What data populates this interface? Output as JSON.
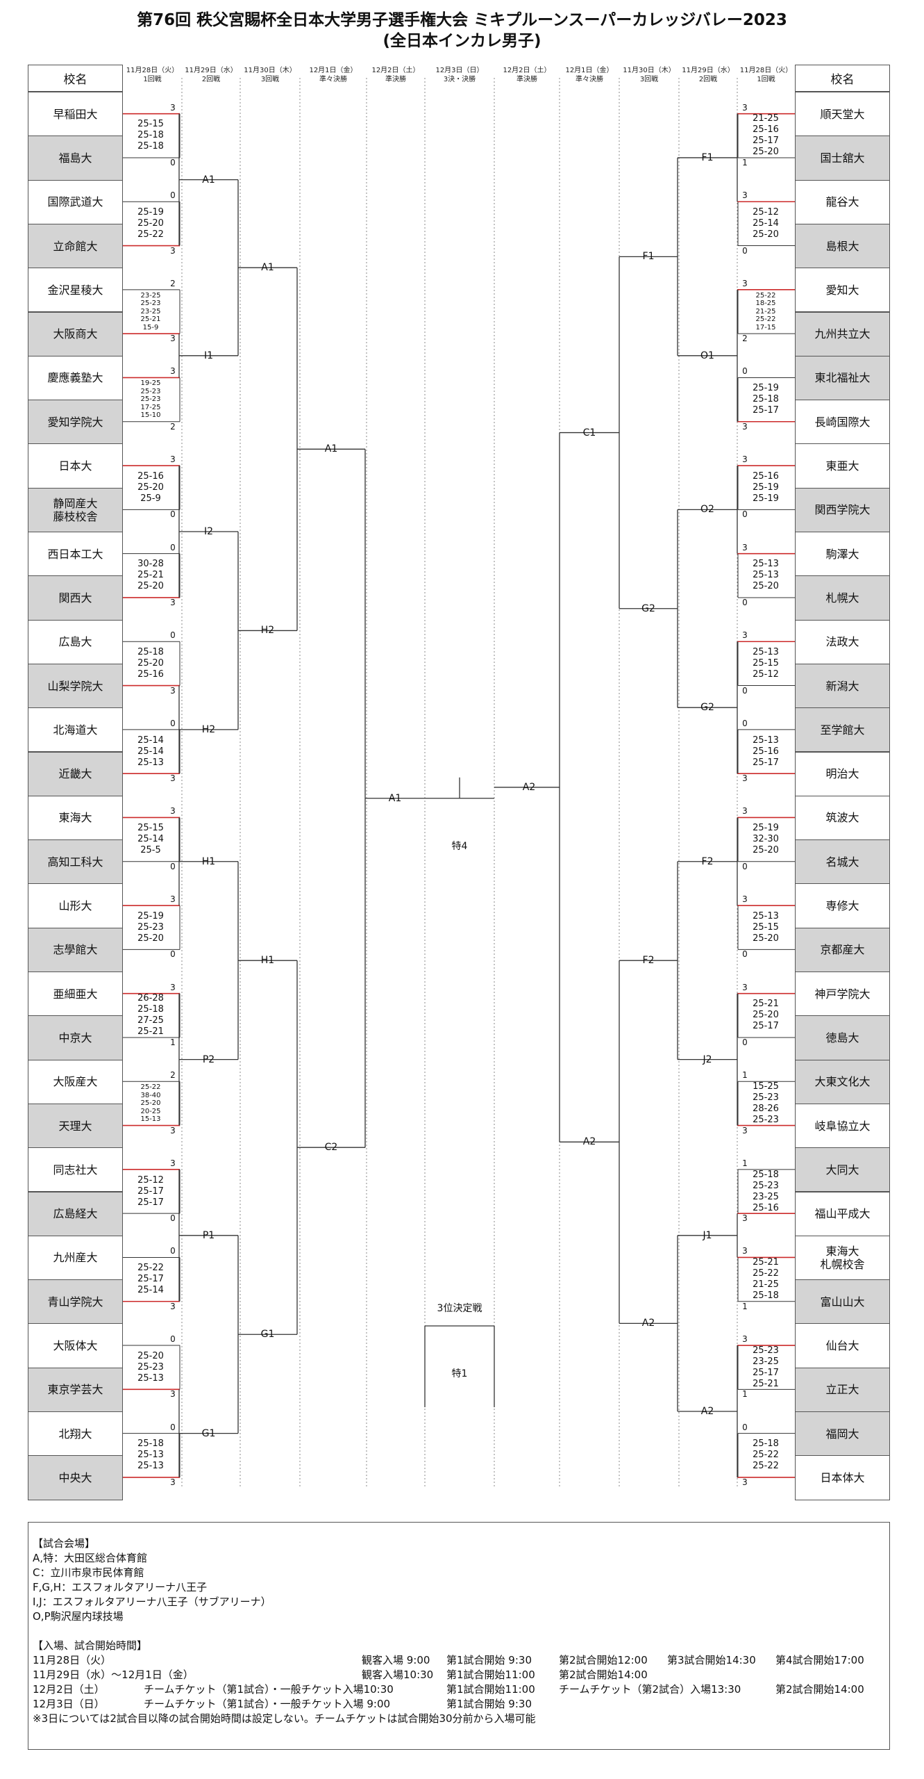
{
  "title": {
    "line1": "第76回 秩父宮賜杯全日本大学男子選手権大会 ミキプルーンスーパーカレッジバレー2023",
    "line2": "(全日本インカレ男子)"
  },
  "column_label": "校名",
  "rounds_left": [
    {
      "date": "11月28日（火）",
      "name": "1回戦"
    },
    {
      "date": "11月29日（水）",
      "name": "2回戦"
    },
    {
      "date": "11月30日（木）",
      "name": "3回戦"
    },
    {
      "date": "12月1日（金）",
      "name": "準々決勝"
    },
    {
      "date": "12月2日（土）",
      "name": "準決勝"
    }
  ],
  "round_center": {
    "date": "12月3日（日）",
    "name": "3決・決勝"
  },
  "rounds_right": [
    {
      "date": "12月2日（土）",
      "name": "準決勝"
    },
    {
      "date": "12月1日（金）",
      "name": "準々決勝"
    },
    {
      "date": "11月30日（木）",
      "name": "3回戦"
    },
    {
      "date": "11月29日（水）",
      "name": "2回戦"
    },
    {
      "date": "11月28日（火）",
      "name": "1回戦"
    }
  ],
  "left_teams": [
    "早稲田大",
    "福島大",
    "国際武道大",
    "立命館大",
    "金沢星稜大",
    "大阪商大",
    "慶應義塾大",
    "愛知学院大",
    "日本大",
    "静岡産大\n藤枝校舎",
    "西日本工大",
    "関西大",
    "広島大",
    "山梨学院大",
    "北海道大",
    "近畿大",
    "東海大",
    "高知工科大",
    "山形大",
    "志學館大",
    "亜細亜大",
    "中京大",
    "大阪産大",
    "天理大",
    "同志社大",
    "広島経大",
    "九州産大",
    "青山学院大",
    "大阪体大",
    "東京学芸大",
    "北翔大",
    "中央大"
  ],
  "right_teams": [
    "順天堂大",
    "国士舘大",
    "龍谷大",
    "島根大",
    "愛知大",
    "九州共立大",
    "東北福祉大",
    "長崎国際大",
    "東亜大",
    "関西学院大",
    "駒澤大",
    "札幌大",
    "法政大",
    "新潟大",
    "至学館大",
    "明治大",
    "筑波大",
    "名城大",
    "専修大",
    "京都産大",
    "神戸学院大",
    "徳島大",
    "大東文化大",
    "岐阜協立大",
    "大同大",
    "福山平成大",
    "東海大\n札幌校舎",
    "富山山大",
    "仙台大",
    "立正大",
    "福岡大",
    "日本体大"
  ],
  "left_r1": [
    {
      "scores": [
        "25-15",
        "25-18",
        "25-18"
      ],
      "top": "3",
      "bot": "0",
      "win": "top"
    },
    {
      "scores": [
        "25-19",
        "25-20",
        "25-22"
      ],
      "top": "0",
      "bot": "3",
      "win": "bot"
    },
    {
      "scores": [
        "23-25",
        "25-23",
        "23-25",
        "25-21",
        "15-9"
      ],
      "top": "2",
      "bot": "3",
      "win": "bot"
    },
    {
      "scores": [
        "19-25",
        "25-23",
        "25-23",
        "17-25",
        "15-10"
      ],
      "top": "3",
      "bot": "2",
      "win": "top"
    },
    {
      "scores": [
        "25-16",
        "25-20",
        "25-9"
      ],
      "top": "3",
      "bot": "0",
      "win": "top"
    },
    {
      "scores": [
        "30-28",
        "25-21",
        "25-20"
      ],
      "top": "0",
      "bot": "3",
      "win": "bot"
    },
    {
      "scores": [
        "25-18",
        "25-20",
        "25-16"
      ],
      "top": "0",
      "bot": "3",
      "win": "bot"
    },
    {
      "scores": [
        "25-14",
        "25-14",
        "25-13"
      ],
      "top": "0",
      "bot": "3",
      "win": "bot"
    },
    {
      "scores": [
        "25-15",
        "25-14",
        "25-5"
      ],
      "top": "3",
      "bot": "0",
      "win": "top"
    },
    {
      "scores": [
        "25-19",
        "25-23",
        "25-20"
      ],
      "top": "3",
      "bot": "0",
      "win": "top"
    },
    {
      "scores": [
        "26-28",
        "25-18",
        "27-25",
        "25-21"
      ],
      "top": "3",
      "bot": "1",
      "win": "top"
    },
    {
      "scores": [
        "25-22",
        "38-40",
        "25-20",
        "20-25",
        "15-13"
      ],
      "top": "2",
      "bot": "3",
      "win": "bot"
    },
    {
      "scores": [
        "25-12",
        "25-17",
        "25-17"
      ],
      "top": "3",
      "bot": "0",
      "win": "top"
    },
    {
      "scores": [
        "25-22",
        "25-17",
        "25-14"
      ],
      "top": "0",
      "bot": "3",
      "win": "bot"
    },
    {
      "scores": [
        "25-20",
        "25-23",
        "25-13"
      ],
      "top": "0",
      "bot": "3",
      "win": "bot"
    },
    {
      "scores": [
        "25-18",
        "25-13",
        "25-13"
      ],
      "top": "0",
      "bot": "3",
      "win": "bot"
    }
  ],
  "right_r1": [
    {
      "scores": [
        "21-25",
        "25-16",
        "25-17",
        "25-20"
      ],
      "top": "3",
      "bot": "1",
      "win": "top"
    },
    {
      "scores": [
        "25-12",
        "25-14",
        "25-20"
      ],
      "top": "3",
      "bot": "0",
      "win": "top"
    },
    {
      "scores": [
        "25-22",
        "18-25",
        "21-25",
        "25-22",
        "17-15"
      ],
      "top": "3",
      "bot": "2",
      "win": "top"
    },
    {
      "scores": [
        "25-19",
        "25-18",
        "25-17"
      ],
      "top": "0",
      "bot": "3",
      "win": "bot"
    },
    {
      "scores": [
        "25-16",
        "25-19",
        "25-19"
      ],
      "top": "3",
      "bot": "0",
      "win": "top"
    },
    {
      "scores": [
        "25-13",
        "25-13",
        "25-20"
      ],
      "top": "3",
      "bot": "0",
      "win": "top"
    },
    {
      "scores": [
        "25-13",
        "25-15",
        "25-12"
      ],
      "top": "3",
      "bot": "0",
      "win": "top"
    },
    {
      "scores": [
        "25-13",
        "25-16",
        "25-17"
      ],
      "top": "0",
      "bot": "3",
      "win": "bot"
    },
    {
      "scores": [
        "25-19",
        "32-30",
        "25-20"
      ],
      "top": "3",
      "bot": "0",
      "win": "top"
    },
    {
      "scores": [
        "25-13",
        "25-15",
        "25-20"
      ],
      "top": "3",
      "bot": "0",
      "win": "top"
    },
    {
      "scores": [
        "25-21",
        "25-20",
        "25-17"
      ],
      "top": "3",
      "bot": "0",
      "win": "top"
    },
    {
      "scores": [
        "15-25",
        "25-23",
        "28-26",
        "25-23"
      ],
      "top": "1",
      "bot": "3",
      "win": "bot"
    },
    {
      "scores": [
        "25-18",
        "25-23",
        "23-25",
        "25-16"
      ],
      "top": "1",
      "bot": "3",
      "win": "bot"
    },
    {
      "scores": [
        "25-21",
        "25-22",
        "21-25",
        "25-18"
      ],
      "top": "3",
      "bot": "1",
      "win": "top"
    },
    {
      "scores": [
        "25-23",
        "23-25",
        "25-17",
        "25-21"
      ],
      "top": "3",
      "bot": "1",
      "win": "top"
    },
    {
      "scores": [
        "25-18",
        "25-22",
        "25-22"
      ],
      "top": "0",
      "bot": "3",
      "win": "bot"
    }
  ],
  "left_r2_labels": [
    "A1",
    "I1",
    "I2",
    "H2",
    "H1",
    "P2",
    "P1",
    "G1"
  ],
  "left_r3_labels": [
    "A1",
    "H2",
    "H1",
    "G1"
  ],
  "left_qf_labels": [
    "A1",
    "C2"
  ],
  "left_sf_label": "A1",
  "right_r2_labels": [
    "F1",
    "O1",
    "O2",
    "G2",
    "F2",
    "J2",
    "J1",
    "A2"
  ],
  "right_r3_labels": [
    "F1",
    "G2",
    "F2",
    "A2"
  ],
  "right_qf_labels": [
    "C1",
    "A2"
  ],
  "right_sf_label": "A2",
  "final_label": "特4",
  "third_place": {
    "title": "3位決定戦",
    "label": "特1"
  },
  "info": {
    "venue_header": "【試合会場】",
    "venues": [
      "A,特：大田区総合体育館",
      "C：立川市泉市民体育館",
      "F,G,H：エスフォルタアリーナ八王子",
      "I,J：エスフォルタアリーナ八王子（サブアリーナ）",
      "O,P駒沢屋内球技場"
    ],
    "time_header": "【入場、試合開始時間】",
    "schedule": [
      {
        "day": "11月28日（火）",
        "mid": "",
        "c1": "観客入場 9:00",
        "c2": "第1試合開始 9:30",
        "c3": "第2試合開始12:00",
        "c4": "第3試合開始14:30",
        "c5": "第4試合開始17:00"
      },
      {
        "day": "11月29日（水）～12月1日（金）",
        "mid": "",
        "c1": "観客入場10:30",
        "c2": "第1試合開始11:00",
        "c3": "第2試合開始14:00",
        "c4": "",
        "c5": ""
      },
      {
        "day": "12月2日（土）",
        "mid": "チームチケット（第1試合）・一般チケット入場10:30",
        "c1": "",
        "c2": "第1試合開始11:00",
        "c3": "チームチケット（第2試合）入場13:30",
        "c4": "",
        "c5": "第2試合開始14:00"
      },
      {
        "day": "12月3日（日）",
        "mid": "チームチケット（第1試合）・一般チケット入場 9:00",
        "c1": "",
        "c2": "第1試合開始 9:30",
        "c3": "",
        "c4": "",
        "c5": ""
      }
    ],
    "note": "※3日については2試合目以降の試合開始時間は設定しない。チームチケットは試合開始30分前から入場可能"
  }
}
